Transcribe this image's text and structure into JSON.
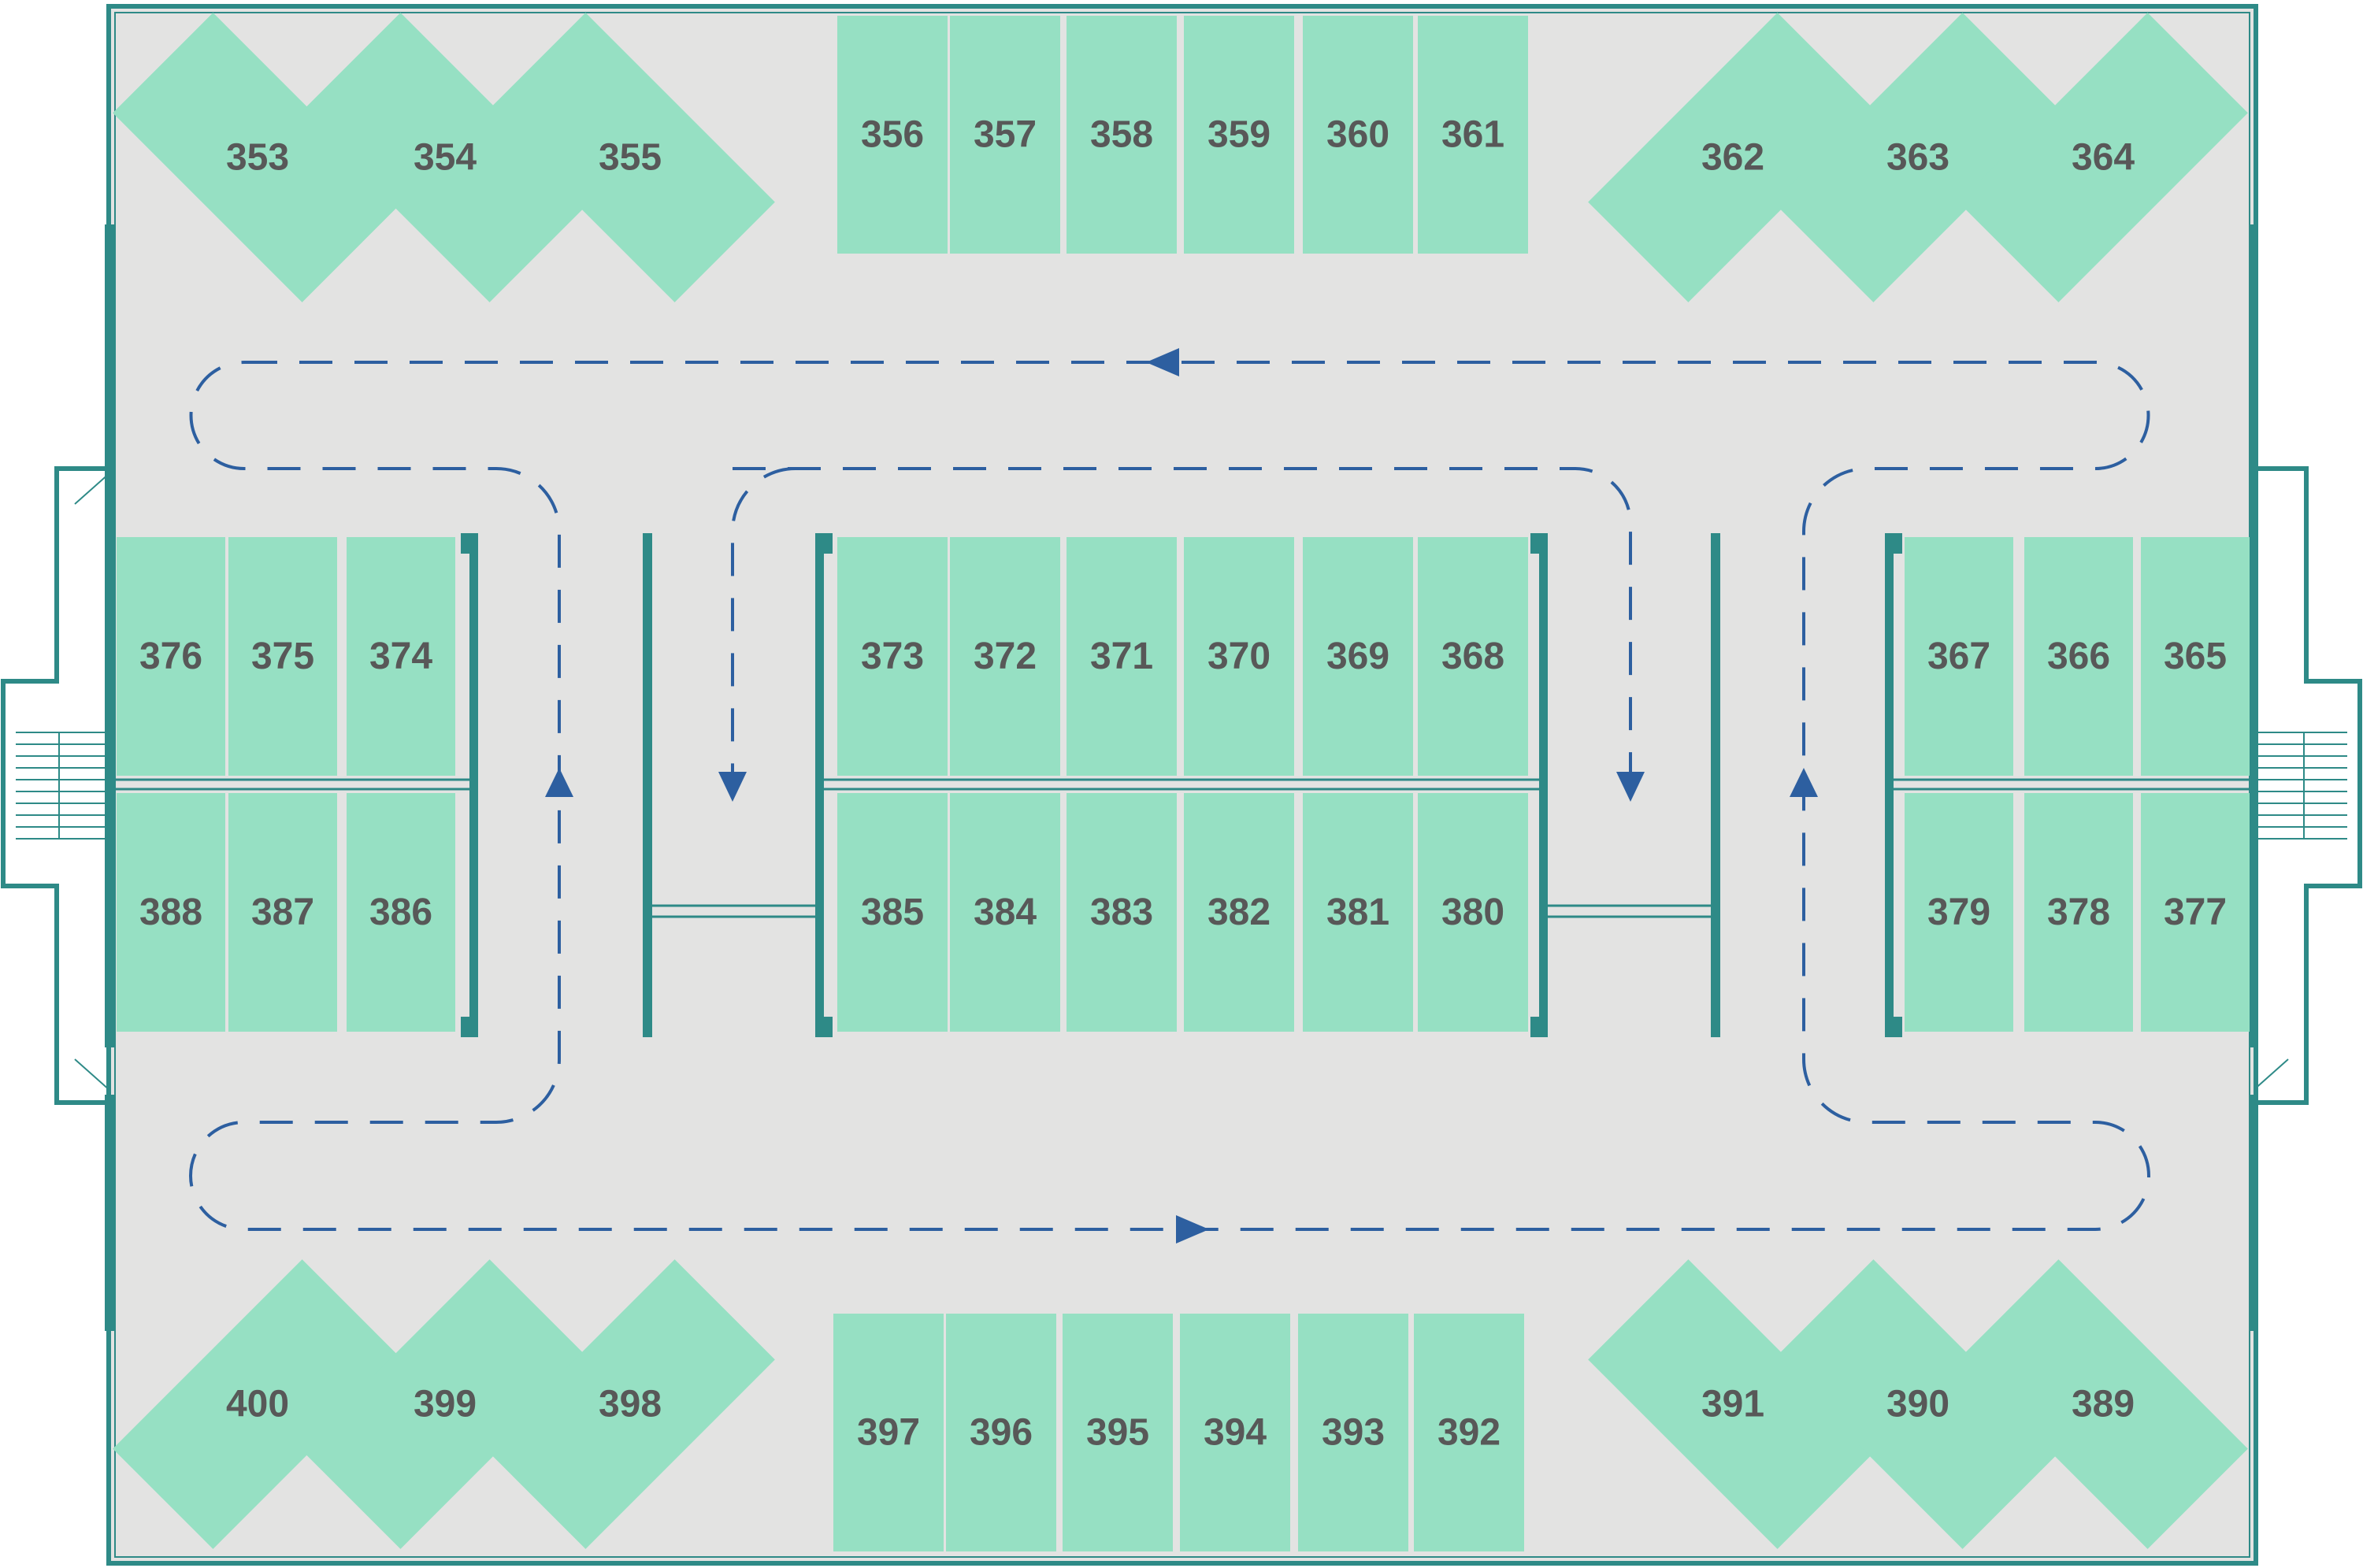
{
  "colors": {
    "floor": "#e3e3e2",
    "slot": "#96e0c3",
    "wall": "#2e8a87",
    "route": "#2d5fa0"
  },
  "slots": {
    "top_left_angled": [
      "353",
      "354",
      "355"
    ],
    "top_center": [
      "356",
      "357",
      "358",
      "359",
      "360",
      "361"
    ],
    "top_right_angled": [
      "362",
      "363",
      "364"
    ],
    "left_upper": [
      "376",
      "375",
      "374"
    ],
    "left_lower": [
      "388",
      "387",
      "386"
    ],
    "center_upper": [
      "373",
      "372",
      "371",
      "370",
      "369",
      "368"
    ],
    "center_lower": [
      "385",
      "384",
      "383",
      "382",
      "381",
      "380"
    ],
    "right_upper": [
      "367",
      "366",
      "365"
    ],
    "right_lower": [
      "379",
      "378",
      "377"
    ],
    "bottom_left_angled": [
      "400",
      "399",
      "398"
    ],
    "bottom_center": [
      "397",
      "396",
      "395",
      "394",
      "393",
      "392"
    ],
    "bottom_right_angled": [
      "391",
      "390",
      "389"
    ]
  }
}
